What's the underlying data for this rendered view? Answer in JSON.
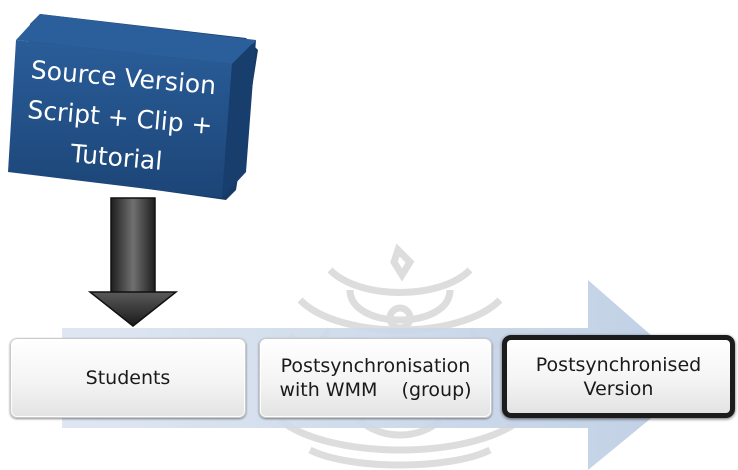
{
  "source_box": {
    "lines": [
      "Source Version",
      "Script + Clip +",
      "Tutorial"
    ]
  },
  "process_steps": [
    {
      "label": "Students"
    },
    {
      "label": "Postsynchronisation\nwith WMM    (group)"
    },
    {
      "label": "Postsynchronised\nVersion"
    }
  ],
  "colors": {
    "source_box_fill": "#1f4e86",
    "source_box_side": "#163a66",
    "timeline_arrow": "#c5d3e6",
    "down_arrow": "#3a3a3a",
    "watermark": "#d8d8d8"
  }
}
